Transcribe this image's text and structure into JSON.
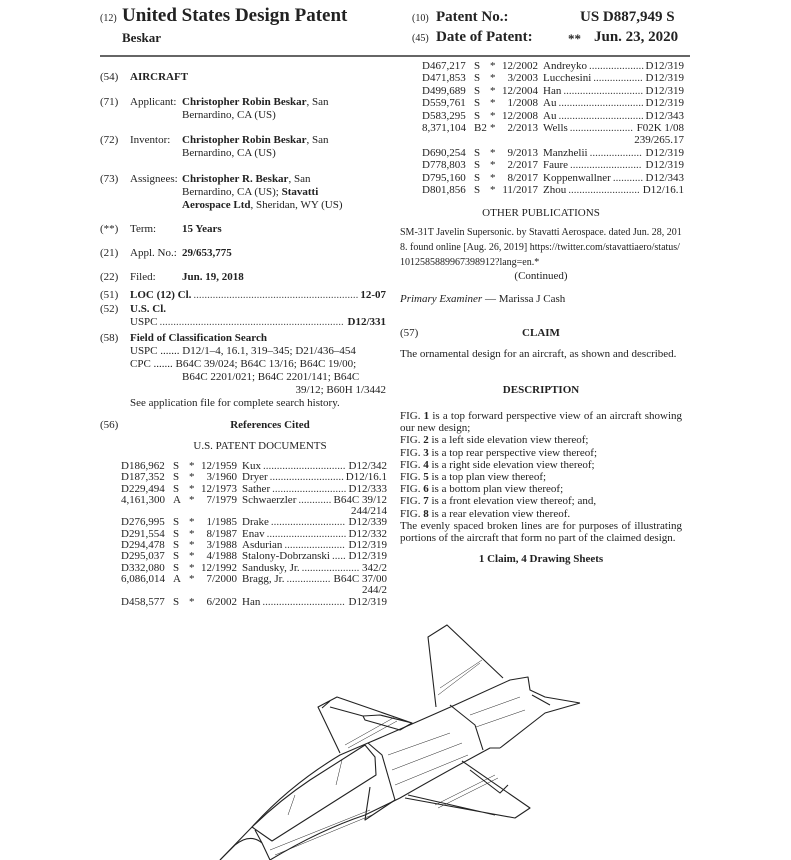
{
  "header": {
    "code12": "(12)",
    "title": "United States Design Patent",
    "inventor_short": "Beskar",
    "code10": "(10)",
    "patent_no_label": "Patent No.:",
    "patent_no": "US D887,949 S",
    "code45": "(45)",
    "date_label": "Date of Patent:",
    "date_marker": "**",
    "date": "Jun. 23, 2020"
  },
  "left": {
    "title_code": "(54)",
    "title": "AIRCRAFT",
    "applicant_code": "(71)",
    "applicant_label": "Applicant:",
    "applicant_name": "Christopher Robin Beskar",
    "applicant_loc1": ", San",
    "applicant_loc2": "Bernardino, CA (US)",
    "inventor_code": "(72)",
    "inventor_label": "Inventor:",
    "inventor_name": "Christopher Robin Beskar",
    "inventor_loc1": ", San",
    "inventor_loc2": "Bernardino, CA (US)",
    "assignee_code": "(73)",
    "assignee_label": "Assignees:",
    "assignee_name1": "Christopher R. Beskar",
    "assignee_l1": ", San",
    "assignee_l2": "Bernardino, CA (US);",
    "assignee_name2a": "Stavatti",
    "assignee_name2b": "Aerospace Ltd",
    "assignee_l3": ", Sheridan, WY (US)",
    "term_code": "(**)",
    "term_label": "Term:",
    "term": "15 Years",
    "appl_code": "(21)",
    "appl_label": "Appl. No.:",
    "appl_no": "29/653,775",
    "filed_code": "(22)",
    "filed_label": "Filed:",
    "filed": "Jun. 19, 2018",
    "loc_code": "(51)",
    "loc_label": "LOC (12) Cl.",
    "loc_value": "12-07",
    "uscl_code": "(52)",
    "uscl_label": "U.S. Cl.",
    "uspc_label": "USPC",
    "uspc_value": "D12/331",
    "field_code": "(58)",
    "field_label": "Field of Classification Search",
    "field_lines": [
      "USPC ....... D12/1–4, 16.1, 319–345; D21/436–454",
      "CPC ....... B64C 39/024; B64C 13/16; B64C 19/00;",
      "B64C 2201/021; B64C 2201/141; B64C",
      "39/12; B60H 1/3442"
    ],
    "field_note": "See application file for complete search history.",
    "refs_code": "(56)",
    "refs_title": "References Cited",
    "refs_subtitle": "U.S. PATENT DOCUMENTS"
  },
  "refs_left": [
    {
      "num": "D186,962",
      "kind": "S",
      "star": "*",
      "date": "12/1959",
      "name": "Kux",
      "cls": "D12/342"
    },
    {
      "num": "D187,352",
      "kind": "S",
      "star": "*",
      "date": "3/1960",
      "name": "Dryer",
      "cls": "D12/16.1"
    },
    {
      "num": "D229,494",
      "kind": "S",
      "star": "*",
      "date": "12/1973",
      "name": "Sather",
      "cls": "D12/333"
    },
    {
      "num": "4,161,300",
      "kind": "A",
      "star": "*",
      "date": "7/1979",
      "name": "Schwaerzler",
      "cls": "B64C 39/12"
    },
    {
      "num": "",
      "kind": "",
      "star": "",
      "date": "",
      "name": "",
      "cls": "244/214"
    },
    {
      "num": "D276,995",
      "kind": "S",
      "star": "*",
      "date": "1/1985",
      "name": "Drake",
      "cls": "D12/339"
    },
    {
      "num": "D291,554",
      "kind": "S",
      "star": "*",
      "date": "8/1987",
      "name": "Enav",
      "cls": "D12/332"
    },
    {
      "num": "D294,478",
      "kind": "S",
      "star": "*",
      "date": "3/1988",
      "name": "Asdurian",
      "cls": "D12/319"
    },
    {
      "num": "D295,037",
      "kind": "S",
      "star": "*",
      "date": "4/1988",
      "name": "Stalony-Dobrzanski",
      "cls": "D12/319"
    },
    {
      "num": "D332,080",
      "kind": "S",
      "star": "*",
      "date": "12/1992",
      "name": "Sandusky, Jr.",
      "cls": "342/2"
    },
    {
      "num": "6,086,014",
      "kind": "A",
      "star": "*",
      "date": "7/2000",
      "name": "Bragg, Jr.",
      "cls": "B64C 37/00"
    },
    {
      "num": "",
      "kind": "",
      "star": "",
      "date": "",
      "name": "",
      "cls": "244/2"
    },
    {
      "num": "D458,577",
      "kind": "S",
      "star": "*",
      "date": "6/2002",
      "name": "Han",
      "cls": "D12/319"
    }
  ],
  "refs_right": [
    {
      "num": "D467,217",
      "kind": "S",
      "star": "*",
      "date": "12/2002",
      "name": "Andreyko",
      "cls": "D12/319"
    },
    {
      "num": "D471,853",
      "kind": "S",
      "star": "*",
      "date": "3/2003",
      "name": "Lucchesini",
      "cls": "D12/319"
    },
    {
      "num": "D499,689",
      "kind": "S",
      "star": "*",
      "date": "12/2004",
      "name": "Han",
      "cls": "D12/319"
    },
    {
      "num": "D559,761",
      "kind": "S",
      "star": "*",
      "date": "1/2008",
      "name": "Au",
      "cls": "D12/319"
    },
    {
      "num": "D583,295",
      "kind": "S",
      "star": "*",
      "date": "12/2008",
      "name": "Au",
      "cls": "D12/343"
    },
    {
      "num": "8,371,104",
      "kind": "B2",
      "star": "*",
      "date": "2/2013",
      "name": "Wells",
      "cls": "F02K 1/08"
    },
    {
      "num": "",
      "kind": "",
      "star": "",
      "date": "",
      "name": "",
      "cls": "239/265.17"
    },
    {
      "num": "D690,254",
      "kind": "S",
      "star": "*",
      "date": "9/2013",
      "name": "Manzhelii",
      "cls": "D12/319"
    },
    {
      "num": "D778,803",
      "kind": "S",
      "star": "*",
      "date": "2/2017",
      "name": "Faure",
      "cls": "D12/319"
    },
    {
      "num": "D795,160",
      "kind": "S",
      "star": "*",
      "date": "8/2017",
      "name": "Koppenwallner",
      "cls": "D12/343"
    },
    {
      "num": "D801,856",
      "kind": "S",
      "star": "*",
      "date": "11/2017",
      "name": "Zhou",
      "cls": "D12/16.1"
    }
  ],
  "right": {
    "other_pub_title": "OTHER PUBLICATIONS",
    "other_pub_text": "SM-31T Javelin Supersonic. by Stavatti Aerospace. dated Jun. 28, 2018. found online [Aug. 26, 2019] https://twitter.com/stavattiaero/status/1012585889967398912?lang=en.*",
    "continued": "(Continued)",
    "examiner_label": "Primary Examiner",
    "examiner_name": "— Marissa J Cash",
    "claim_code": "(57)",
    "claim_title": "CLAIM",
    "claim_text": "The ornamental design for an aircraft, as shown and described.",
    "desc_title": "DESCRIPTION",
    "desc_first_pre": "FIG.",
    "desc_first_num": "1",
    "desc_first_text": " is a top forward perspective view of an aircraft showing our new design;",
    "figs": [
      {
        "pre": "FIG.",
        "num": "2",
        "text": " is a left side elevation view thereof;"
      },
      {
        "pre": "FIG.",
        "num": "3",
        "text": " is a top rear perspective view thereof;"
      },
      {
        "pre": "FIG.",
        "num": "4",
        "text": " is a right side elevation view thereof;"
      },
      {
        "pre": "FIG.",
        "num": "5",
        "text": " is a top plan view thereof;"
      },
      {
        "pre": "FIG.",
        "num": "6",
        "text": " is a bottom plan view thereof;"
      },
      {
        "pre": "FIG.",
        "num": "7",
        "text": " is a front elevation view thereof; and,"
      },
      {
        "pre": "FIG.",
        "num": "8",
        "text": " is a rear elevation view thereof."
      }
    ],
    "broken_lines_text": "The evenly spaced broken lines are for purposes of illustrating portions of the aircraft that form no part of the claimed design.",
    "summary": "1 Claim, 4 Drawing Sheets"
  }
}
